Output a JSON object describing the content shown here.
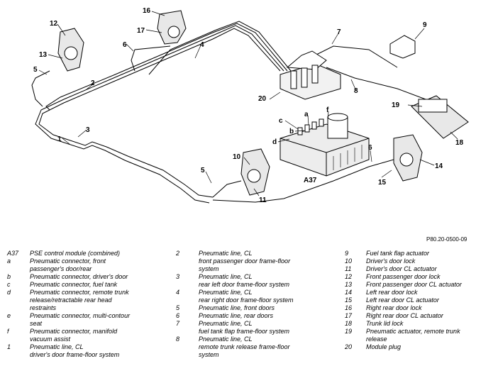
{
  "diagram": {
    "callouts": [
      "16",
      "12",
      "17",
      "13",
      "6",
      "4",
      "5",
      "2",
      "3",
      "1",
      "9",
      "7",
      "20",
      "8",
      "c",
      "a",
      "f",
      "b",
      "d",
      "A37",
      "19",
      "18",
      "10",
      "5",
      "11",
      "6",
      "14",
      "15"
    ]
  },
  "reference_code": "P80.20-0500-09",
  "legend_columns": [
    [
      {
        "key": "A37",
        "lines": [
          "PSE control module (combined)"
        ]
      },
      {
        "key": "a",
        "lines": [
          "Pneumatic connector, front",
          "passenger's door/rear"
        ]
      },
      {
        "key": "b",
        "lines": [
          "Pneumatic connector, driver's door"
        ]
      },
      {
        "key": "c",
        "lines": [
          "Pneumatic connector, fuel tank"
        ]
      },
      {
        "key": "d",
        "lines": [
          "Pneumatic connector, remote trunk",
          "release/retractable rear head",
          "restraints"
        ]
      },
      {
        "key": "e",
        "lines": [
          "Pneumatic connector, multi-contour",
          "seat"
        ]
      },
      {
        "key": "f",
        "lines": [
          "Pneumatic connector, manifold",
          "vacuum assist"
        ]
      },
      {
        "key": "1",
        "lines": [
          "Pneumatic line, CL",
          "driver's door frame-floor system"
        ]
      }
    ],
    [
      {
        "key": "2",
        "lines": [
          "Pneumatic line, CL",
          "front passenger door frame-floor",
          "system"
        ]
      },
      {
        "key": "3",
        "lines": [
          "Pneumatic line, CL",
          "rear left door frame-floor system"
        ]
      },
      {
        "key": "4",
        "lines": [
          "Pneumatic line, CL",
          "rear right door frame-floor system"
        ]
      },
      {
        "key": "5",
        "lines": [
          "Pneumatic line, front doors"
        ]
      },
      {
        "key": "6",
        "lines": [
          "Pneumatic line, rear doors"
        ]
      },
      {
        "key": "7",
        "lines": [
          "Pneumatic line, CL",
          "fuel tank flap frame-floor system"
        ]
      },
      {
        "key": "8",
        "lines": [
          "Pneumatic line, CL",
          "remote trunk release frame-floor",
          "system"
        ]
      }
    ],
    [
      {
        "key": "9",
        "lines": [
          "Fuel tank flap actuator"
        ]
      },
      {
        "key": "10",
        "lines": [
          "Driver's door lock"
        ]
      },
      {
        "key": "11",
        "lines": [
          "Driver's door CL actuator"
        ]
      },
      {
        "key": "12",
        "lines": [
          "Front passenger door lock"
        ]
      },
      {
        "key": "13",
        "lines": [
          "Front passenger door CL actuator"
        ]
      },
      {
        "key": "14",
        "lines": [
          "Left rear door lock"
        ]
      },
      {
        "key": "15",
        "lines": [
          "Left rear door CL actuator"
        ]
      },
      {
        "key": "16",
        "lines": [
          "Right rear door lock"
        ]
      },
      {
        "key": "17",
        "lines": [
          "Right rear door CL actuator"
        ]
      },
      {
        "key": "18",
        "lines": [
          "Trunk lid lock"
        ]
      },
      {
        "key": "19",
        "lines": [
          "Pneumatic actuator, remote trunk",
          "release"
        ]
      },
      {
        "key": "20",
        "lines": [
          "Module plug"
        ]
      }
    ]
  ]
}
